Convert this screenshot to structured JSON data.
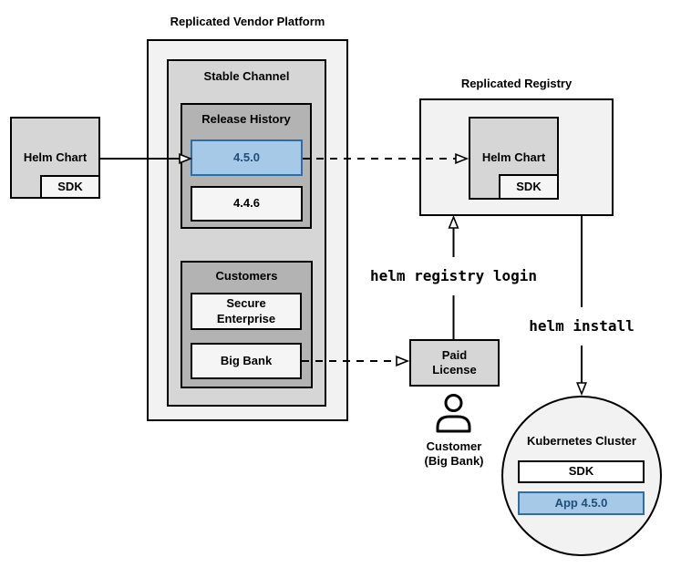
{
  "platform": {
    "title": "Replicated Vendor Platform",
    "stable_channel_title": "Stable Channel",
    "release_history_title": "Release History",
    "version_new": "4.5.0",
    "version_old": "4.4.6",
    "customers_title": "Customers",
    "customer_enterprise": "Secure Enterprise",
    "customer_bank": "Big Bank"
  },
  "vendor_chart": {
    "helm_chart": "Helm Chart",
    "sdk": "SDK"
  },
  "registry": {
    "title": "Replicated Registry",
    "helm_chart": "Helm Chart",
    "sdk": "SDK"
  },
  "license": {
    "paid_license": "Paid License",
    "customer_label": "Customer (Big Bank)"
  },
  "commands": {
    "registry_login": "helm registry login",
    "install": "helm install"
  },
  "cluster": {
    "title": "Kubernetes Cluster",
    "sdk": "SDK",
    "app": "App 4.5.0"
  },
  "colors": {
    "highlight_fill": "#a6c9e8",
    "highlight_border": "#2d6da8",
    "highlight_text": "#1f4e79",
    "container_light": "#f2f2f2",
    "container_mid": "#d6d6d6",
    "container_dark": "#b3b3b3",
    "box_light": "#f5f5f5",
    "line_color": "#000000"
  }
}
